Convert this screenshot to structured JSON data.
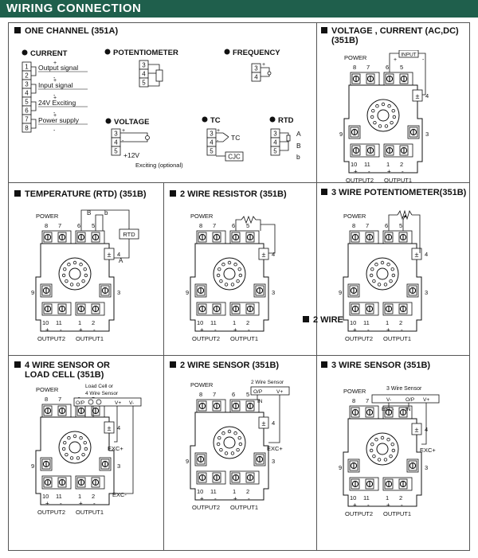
{
  "header": {
    "title": "WIRING CONNECTION"
  },
  "panels": {
    "one_channel": {
      "title": "ONE CHANNEL (351A)",
      "current": {
        "heading": "CURRENT",
        "terminals": [
          "1",
          "2",
          "3",
          "4",
          "5",
          "6",
          "7",
          "8"
        ],
        "labels": [
          "Output signal",
          "Input signal",
          "24V  Exciting",
          "Power supply"
        ],
        "plus": "+",
        "minus": "-"
      },
      "potentiometer": {
        "heading": "POTENTIOMETER",
        "terminals": [
          "3",
          "4",
          "5"
        ]
      },
      "frequency": {
        "heading": "FREQUENCY",
        "terminals": [
          "3",
          "4"
        ],
        "plus": "+"
      },
      "voltage": {
        "heading": "VOLTAGE",
        "terminals": [
          "3",
          "4",
          "5"
        ],
        "plus": "+",
        "minus": "-",
        "label": "+12V",
        "note": "Exciting (optional)"
      },
      "tc": {
        "heading": "TC",
        "terminals": [
          "3",
          "4",
          "5"
        ],
        "tc_label": "TC",
        "cjc_label": "CJC",
        "plus": "+",
        "minus": "-"
      },
      "rtd": {
        "heading": "RTD",
        "terminals": [
          "3",
          "4",
          "5"
        ],
        "letters": [
          "A",
          "B",
          "b"
        ]
      }
    },
    "voltage_current": {
      "title": "VOLTAGE , CURRENT (AC,DC)",
      "subtitle": "(351B)",
      "input_label": "INPUT",
      "plus": "+",
      "minus": "-"
    },
    "temperature": {
      "title": "TEMPERATURE (RTD) (351B)",
      "rtd_label": "RTD",
      "letters": [
        "B",
        "b",
        "A"
      ]
    },
    "two_wire_resistor": {
      "title": "2 WIRE  RESISTOR (351B)"
    },
    "three_wire_pot": {
      "title": "3  WIRE  POTENTIOMETER(351B)",
      "extra": "2  WIRE"
    },
    "four_wire": {
      "title_line1": "4  WIRE SENSOR OR",
      "title_line2": "LOAD  CELL (351B)",
      "sensor_line1": "Load Cell or",
      "sensor_line2": "4 Wire Sensor",
      "cols": [
        "O/P",
        "V+",
        "V-"
      ],
      "exc_plus": "EXC+",
      "exc_minus": "EXC-"
    },
    "two_wire_sensor": {
      "title": "2  WIRE  SENSOR (351B)",
      "sensor_label": "2 Wire Sensor",
      "cols": [
        "O/P",
        "V+"
      ],
      "in_label": "IN",
      "exc_plus": "EXC+"
    },
    "three_wire_sensor": {
      "title": "3  WIRE  SENSOR (351B)",
      "sensor_label": "3 Wire Sensor",
      "cols": [
        "V-",
        "O/P",
        "V+"
      ],
      "exc_minus": "EXC-",
      "in_label": "IN",
      "exc_plus": "EXC+"
    }
  },
  "module": {
    "power_label": "POWER",
    "top_numbers": [
      "8",
      "7",
      "6",
      "5"
    ],
    "side_numbers": [
      "4",
      "9",
      "3"
    ],
    "bottom_numbers": [
      "10",
      "11",
      "1",
      "2"
    ],
    "output2": "OUTPUT2",
    "output1": "OUTPUT1",
    "plus": "+",
    "minus": "-"
  }
}
